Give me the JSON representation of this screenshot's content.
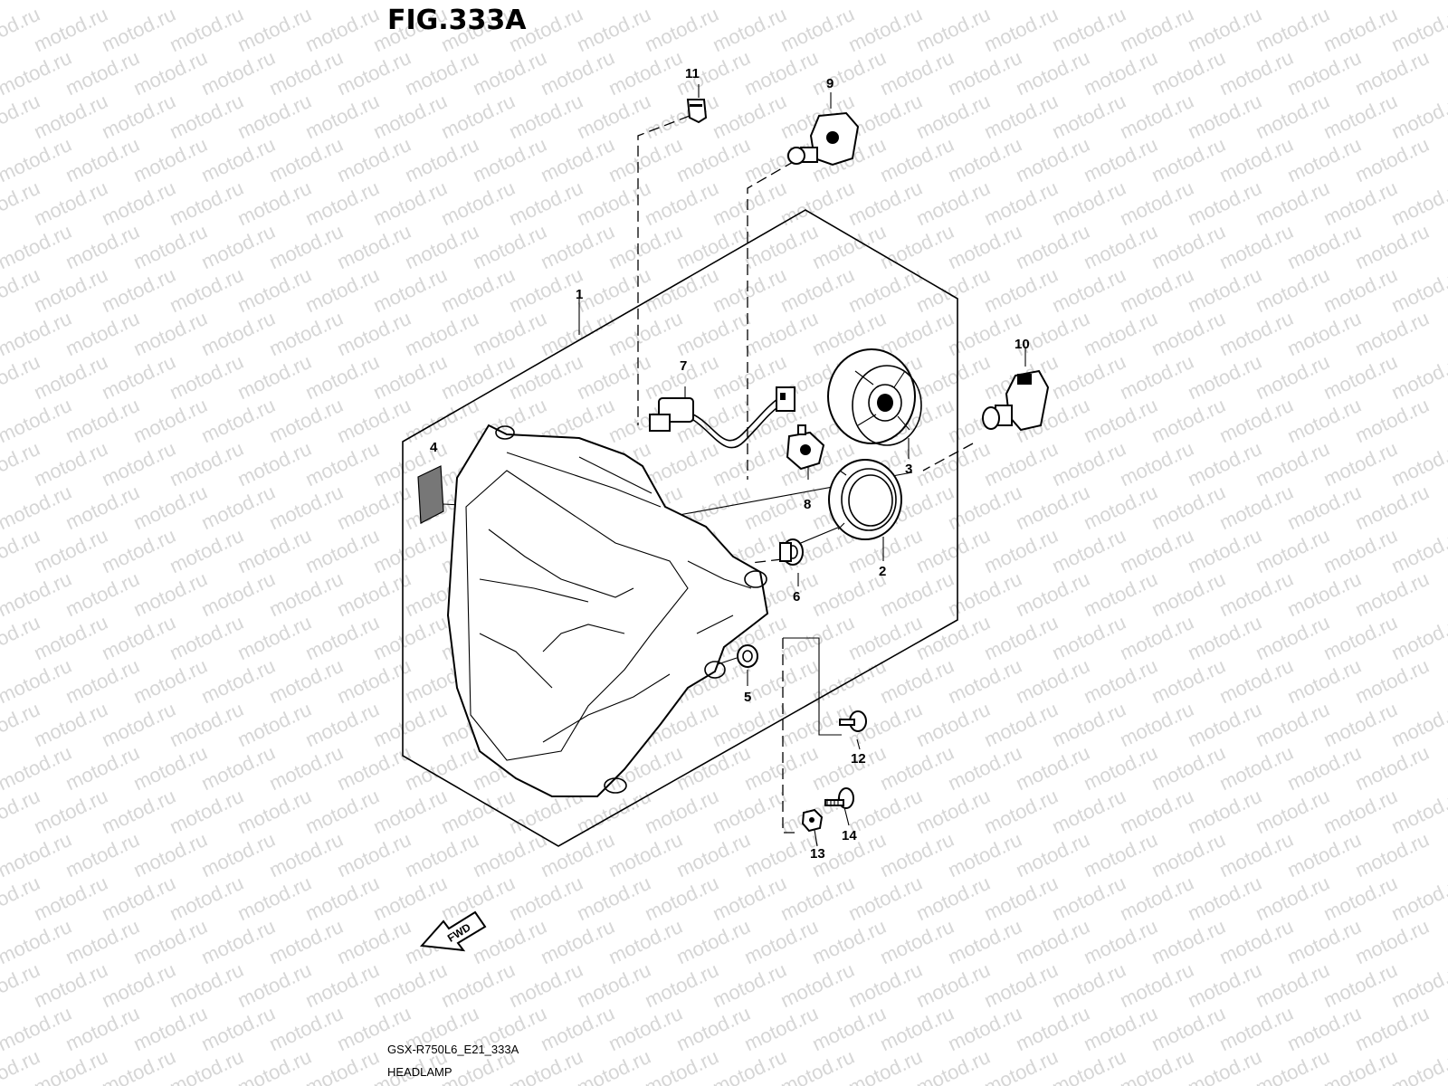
{
  "figure_title": "FIG.333A",
  "watermark_text": "motod.ru",
  "part_labels": [
    "1",
    "2",
    "3",
    "4",
    "5",
    "6",
    "7",
    "8",
    "9",
    "10",
    "11",
    "12",
    "13",
    "14"
  ],
  "fwd_label": "FWD",
  "footer": {
    "code": "GSX-R750L6_E21_333A",
    "name": "HEADLAMP"
  }
}
